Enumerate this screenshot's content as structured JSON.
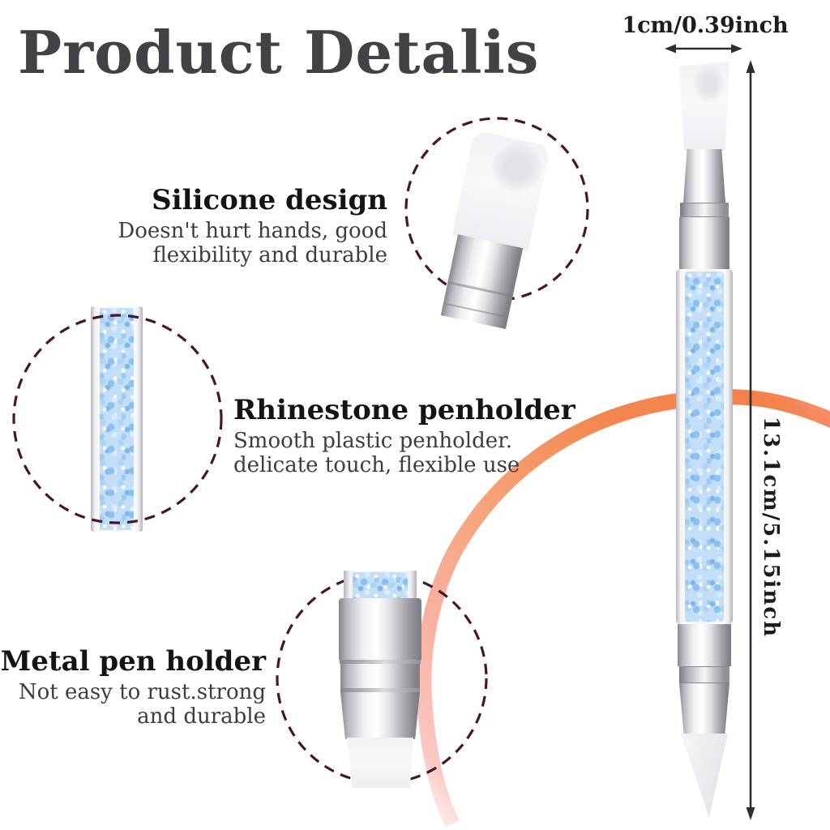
{
  "title": "Product Detalis",
  "measurements": {
    "width_label": "1cm/0.39inch",
    "length_label": "13.1cm/5.15inch"
  },
  "callouts": [
    {
      "heading": "Silicone design",
      "line1": "Doesn't hurt hands, good",
      "line2": "flexibility and durable"
    },
    {
      "heading": "Rhinestone penholder",
      "line1": "Smooth plastic penholder.",
      "line2": "delicate touch, flexible use"
    },
    {
      "heading": "Metal pen holder",
      "line1": "Not easy to rust.strong",
      "line2": "and durable"
    }
  ],
  "colors": {
    "background": "#ffffff",
    "title_text": "#414146",
    "heading_text": "#141414",
    "body_text": "#3d3d3f",
    "dashed_circle": "#471727",
    "measurement_lines": "#2e2e30",
    "accent_swoosh_orange": "#f3814a",
    "accent_swoosh_pink": "#f8b2a4",
    "rhinestone_blue": "#a9d3f5"
  },
  "icons": {
    "width_arrow": "double-headed-horizontal-arrow",
    "length_arrow": "double-headed-vertical-arrow",
    "callout_circles": "dashed-circle"
  }
}
